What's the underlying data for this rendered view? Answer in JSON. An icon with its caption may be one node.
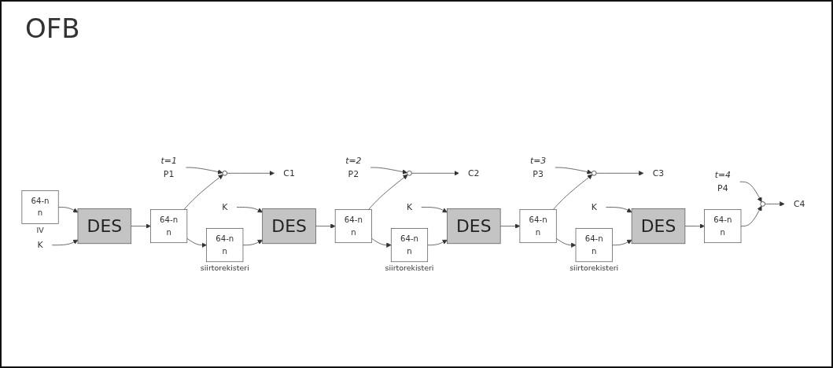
{
  "diagram": {
    "title": "OFB",
    "nodes": [
      {
        "text": [
          "P1"
        ],
        "beside": [
          "t=1"
        ]
      },
      {
        "text": [],
        "shape": "circle"
      },
      {
        "text": [
          "C1"
        ]
      },
      {
        "text": [
          "64-n",
          "n"
        ]
      },
      {
        "text": [
          "K"
        ]
      },
      {
        "text": [
          "DES"
        ]
      },
      {
        "text": [
          "64-n",
          "n"
        ],
        "beside": [
          "IV"
        ]
      },
      {
        "text": [
          "P2"
        ],
        "beside": [
          "t=2"
        ]
      },
      {
        "text": [],
        "shape": "circle"
      },
      {
        "text": [
          "C2"
        ]
      },
      {
        "text": [
          "64-n",
          "n"
        ]
      },
      {
        "text": [
          "K"
        ]
      },
      {
        "text": [
          "DES"
        ]
      },
      {
        "text": [
          "64-n",
          "n"
        ],
        "beside": [
          "siirtorekisteri"
        ]
      },
      {
        "text": [
          "P3"
        ],
        "beside": [
          "t=3"
        ]
      },
      {
        "text": [],
        "shape": "circle"
      },
      {
        "text": [
          "C3"
        ]
      },
      {
        "text": [
          "64-n",
          "n"
        ]
      },
      {
        "text": [
          "K"
        ]
      },
      {
        "text": [
          "DES"
        ]
      },
      {
        "text": [
          "64-n",
          "n"
        ],
        "beside": [
          "siirtorekisteri"
        ]
      },
      {
        "text": [
          "P4"
        ],
        "beside": [
          "t=4"
        ]
      },
      {
        "text": [],
        "shape": "circle"
      },
      {
        "text": [
          "C4"
        ]
      },
      {
        "text": [
          "64-n",
          "n"
        ]
      },
      {
        "text": [
          "K"
        ]
      },
      {
        "text": [
          "DES"
        ]
      },
      {
        "text": [
          "64-n",
          "n"
        ],
        "beside": [
          "siirtorekisteri"
        ]
      }
    ],
    "edges": [
      {
        "from": 6,
        "to": 5,
        "arrow": "to"
      },
      {
        "from": 4,
        "to": 5,
        "arrow": "to"
      },
      {
        "from": 5,
        "to": 3,
        "arrow": "to"
      },
      {
        "from": 3,
        "to": 1,
        "arrow": "to"
      },
      {
        "from": 0,
        "to": 1,
        "arrow": "to"
      },
      {
        "from": 1,
        "to": 2,
        "arrow": "to"
      },
      {
        "from": 3,
        "to": 13,
        "arrow": "to"
      },
      {
        "from": 13,
        "to": 12,
        "arrow": "to"
      },
      {
        "from": 11,
        "to": 12,
        "arrow": "to"
      },
      {
        "from": 12,
        "to": 10,
        "arrow": "to"
      },
      {
        "from": 10,
        "to": 8,
        "arrow": "to"
      },
      {
        "from": 7,
        "to": 8,
        "arrow": "to"
      },
      {
        "from": 8,
        "to": 9,
        "arrow": "to"
      },
      {
        "from": 10,
        "to": 20,
        "arrow": "to"
      },
      {
        "from": 20,
        "to": 19,
        "arrow": "to"
      },
      {
        "from": 18,
        "to": 19,
        "arrow": "to"
      },
      {
        "from": 19,
        "to": 17,
        "arrow": "to"
      },
      {
        "from": 17,
        "to": 15,
        "arrow": "to"
      },
      {
        "from": 14,
        "to": 15,
        "arrow": "to"
      },
      {
        "from": 15,
        "to": 16,
        "arrow": "to"
      },
      {
        "from": 17,
        "to": 27,
        "arrow": "to"
      },
      {
        "from": 27,
        "to": 26,
        "arrow": "to"
      },
      {
        "from": 25,
        "to": 26,
        "arrow": "to"
      },
      {
        "from": 26,
        "to": 24,
        "arrow": "to"
      },
      {
        "from": 24,
        "to": 22,
        "arrow": "to"
      },
      {
        "from": 21,
        "to": 22,
        "arrow": "to"
      },
      {
        "from": 22,
        "to": 23,
        "arrow": "to"
      }
    ]
  }
}
